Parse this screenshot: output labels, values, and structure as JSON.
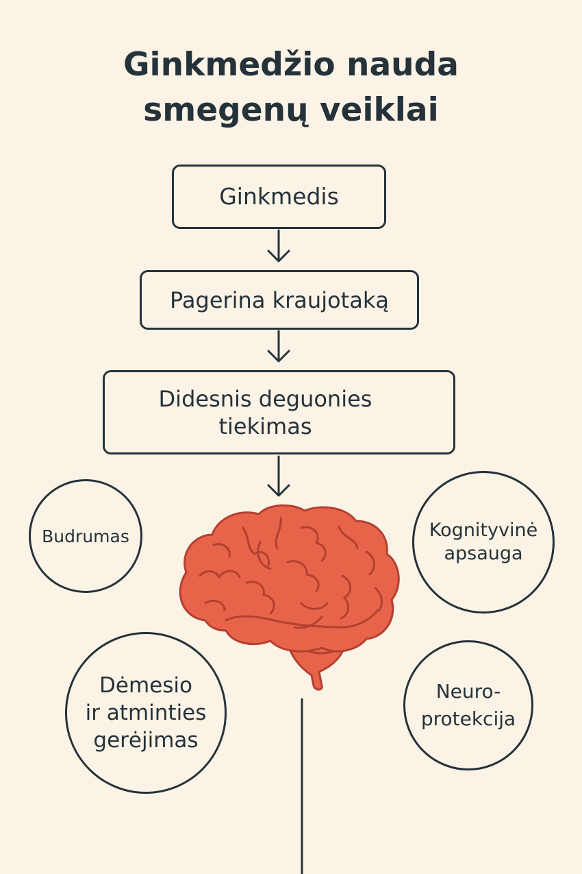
{
  "title": {
    "line1": "Ginkmedžio nauda",
    "line2": "smegenų veiklai"
  },
  "flow": {
    "step1": "Ginkmedis",
    "step2": "Pagerina kraujotaką",
    "step3_line1": "Didesnis deguonies",
    "step3_line2": "tiekimas"
  },
  "benefits": {
    "alertness": "Budrumas",
    "cognitive_line1": "Kognityvinė",
    "cognitive_line2": "apsauga",
    "attention_line1": "Dėmesio",
    "attention_line2": "ir atminties",
    "attention_line3": "gerėjimas",
    "neuro_line1": "Neuro-",
    "neuro_line2": "protekcija"
  },
  "icons": {
    "center": "brain-icon"
  },
  "colors": {
    "background": "#FBF3E6",
    "ink": "#25323A",
    "brain_fill": "#E7644B",
    "brain_stroke": "#B2402F"
  }
}
